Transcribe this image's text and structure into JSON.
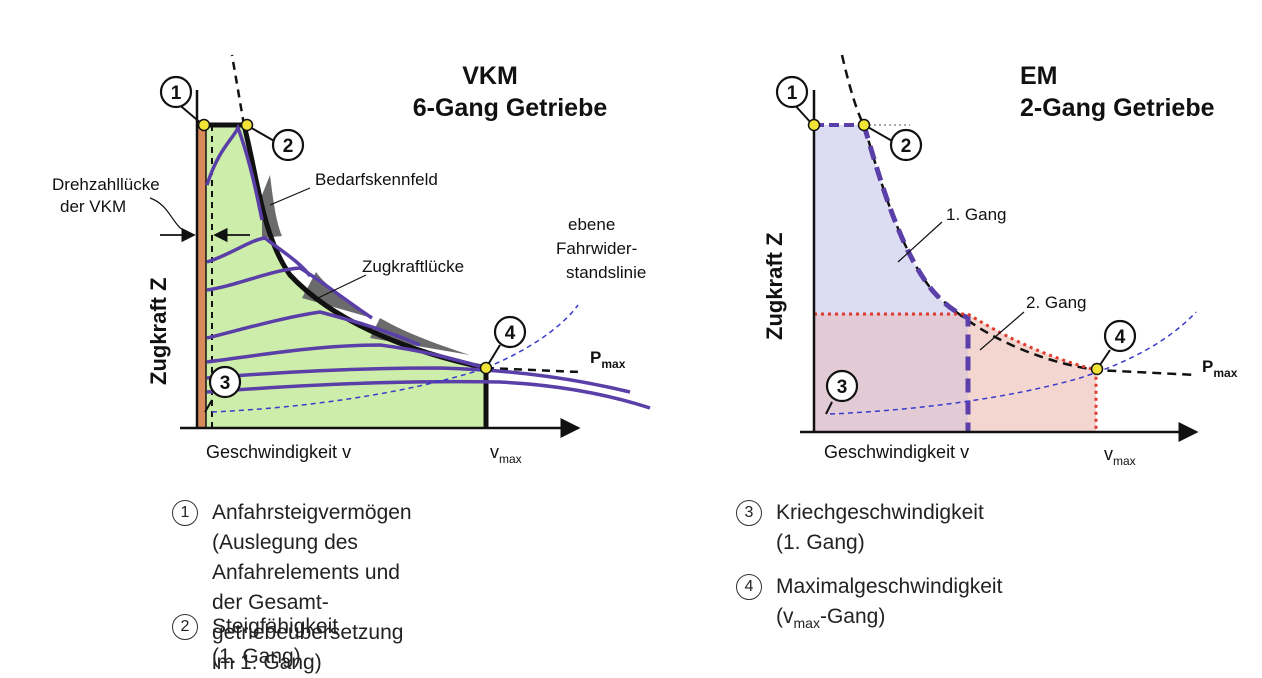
{
  "left_panel": {
    "title_line1": "VKM",
    "title_line2": "6-Gang Getriebe",
    "ylabel": "Zugkraft Z",
    "xlabel": "Geschwindigkeit v",
    "vmax_main": "v",
    "vmax_sub": "max",
    "pmax_main": "P",
    "pmax_sub": "max",
    "drehzahlluecke_line1": "Drehzahllücke",
    "drehzahlluecke_line2": "der VKM",
    "bedarfskennfeld": "Bedarfskennfeld",
    "zugkraftluecke": "Zugkraftlücke",
    "fahrwiderstand_line1": "ebene",
    "fahrwiderstand_line2": "Fahrwider-",
    "fahrwiderstand_line3": "standslinie"
  },
  "right_panel": {
    "title_line1": "EM",
    "title_line2": "2-Gang Getriebe",
    "ylabel": "Zugkraft Z",
    "xlabel": "Geschwindigkeit v",
    "vmax_main": "v",
    "vmax_sub": "max",
    "pmax_main": "P",
    "pmax_sub": "max",
    "gang1": "1. Gang",
    "gang2": "2. Gang"
  },
  "markers": [
    "1",
    "2",
    "3",
    "4"
  ],
  "legend": [
    {
      "num": "1",
      "text": "Anfahrsteigvermögen (Auslegung des\nAnfahrelements und der Gesamt-\ngetriebeübersetzung im 1. Gang)"
    },
    {
      "num": "2",
      "text": "Steigfähigkeit (1. Gang)"
    },
    {
      "num": "3",
      "text": "Kriechgeschwindigkeit (1. Gang)"
    },
    {
      "num": "4",
      "text_before": "Maximalgeschwindigkeit (v",
      "text_sub": "max",
      "text_after": "-Gang)"
    }
  ],
  "colors": {
    "green_fill": "#cdeeaa",
    "orange_bar": "#d98a5a",
    "purple": "#5b3fa8",
    "gap_gray": "#6b6b6b",
    "lavender_fill": "#dcdcf2",
    "pink_fill": "#f7d6d0",
    "red_dotted": "#e03a2f",
    "marker_yellow": "#f2e437"
  }
}
